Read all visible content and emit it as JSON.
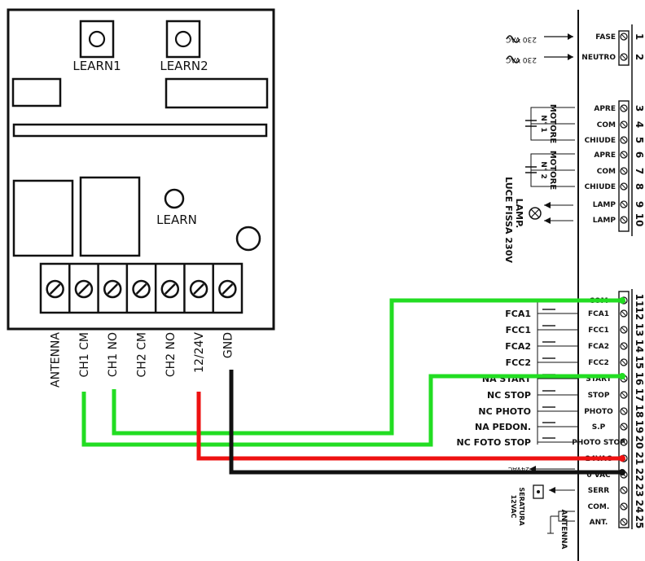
{
  "receiver": {
    "learn1": "LEARN1",
    "learn2": "LEARN2",
    "learn": "LEARN",
    "terminals": [
      "ANTENNA",
      "CH1 CM",
      "CH1 NO",
      "CH2 CM",
      "CH2 NO",
      "12/24V",
      "GND"
    ]
  },
  "panel": {
    "fase_label": "FASE",
    "neutro_label": "NEUTRO",
    "vac_left": "230 VAC",
    "motor_label": "MOTORE",
    "motor1_num": "N° 1",
    "motor2_num": "N° 2",
    "lamp_label_1": "LAMP.",
    "lamp_label_2": "LUCE FISSA 230V",
    "serratura_1": "SERATURA",
    "serratura_2": "12VAC",
    "antenna_label": "ANTENNA",
    "vac24_left": "24VAC",
    "inputs": [
      {
        "num": "11",
        "label": "COM",
        "side": ""
      },
      {
        "num": "12",
        "label": "FCA1",
        "side": "FCA1"
      },
      {
        "num": "13",
        "label": "FCC1",
        "side": "FCC1"
      },
      {
        "num": "14",
        "label": "FCA2",
        "side": "FCA2"
      },
      {
        "num": "15",
        "label": "FCC2",
        "side": "FCC2"
      },
      {
        "num": "16",
        "label": "START",
        "side": "NA START"
      },
      {
        "num": "17",
        "label": "STOP",
        "side": "NC STOP"
      },
      {
        "num": "18",
        "label": "PHOTO",
        "side": "NC PHOTO"
      },
      {
        "num": "19",
        "label": "S.P",
        "side": "NA PEDON."
      },
      {
        "num": "20",
        "label": "PHOTO STOP",
        "side": "NC FOTO STOP"
      },
      {
        "num": "21",
        "label": "24VAC",
        "side": ""
      },
      {
        "num": "22",
        "label": "0 VAC",
        "side": ""
      },
      {
        "num": "23",
        "label": "SERR",
        "side": ""
      },
      {
        "num": "24",
        "label": "COM.",
        "side": ""
      },
      {
        "num": "25",
        "label": "ANT.",
        "side": ""
      }
    ],
    "top": [
      {
        "num": "1",
        "label": "FASE"
      },
      {
        "num": "2",
        "label": "NEUTRO"
      },
      {
        "num": "3",
        "label": "APRE"
      },
      {
        "num": "4",
        "label": "COM"
      },
      {
        "num": "5",
        "label": "CHIUDE"
      },
      {
        "num": "6",
        "label": "APRE"
      },
      {
        "num": "7",
        "label": "COM"
      },
      {
        "num": "8",
        "label": "CHIUDE"
      },
      {
        "num": "9",
        "label": "LAMP"
      },
      {
        "num": "10",
        "label": "LAMP"
      }
    ]
  },
  "colors": {
    "green": "#22dd22",
    "red": "#ee1111",
    "black": "#111111"
  }
}
